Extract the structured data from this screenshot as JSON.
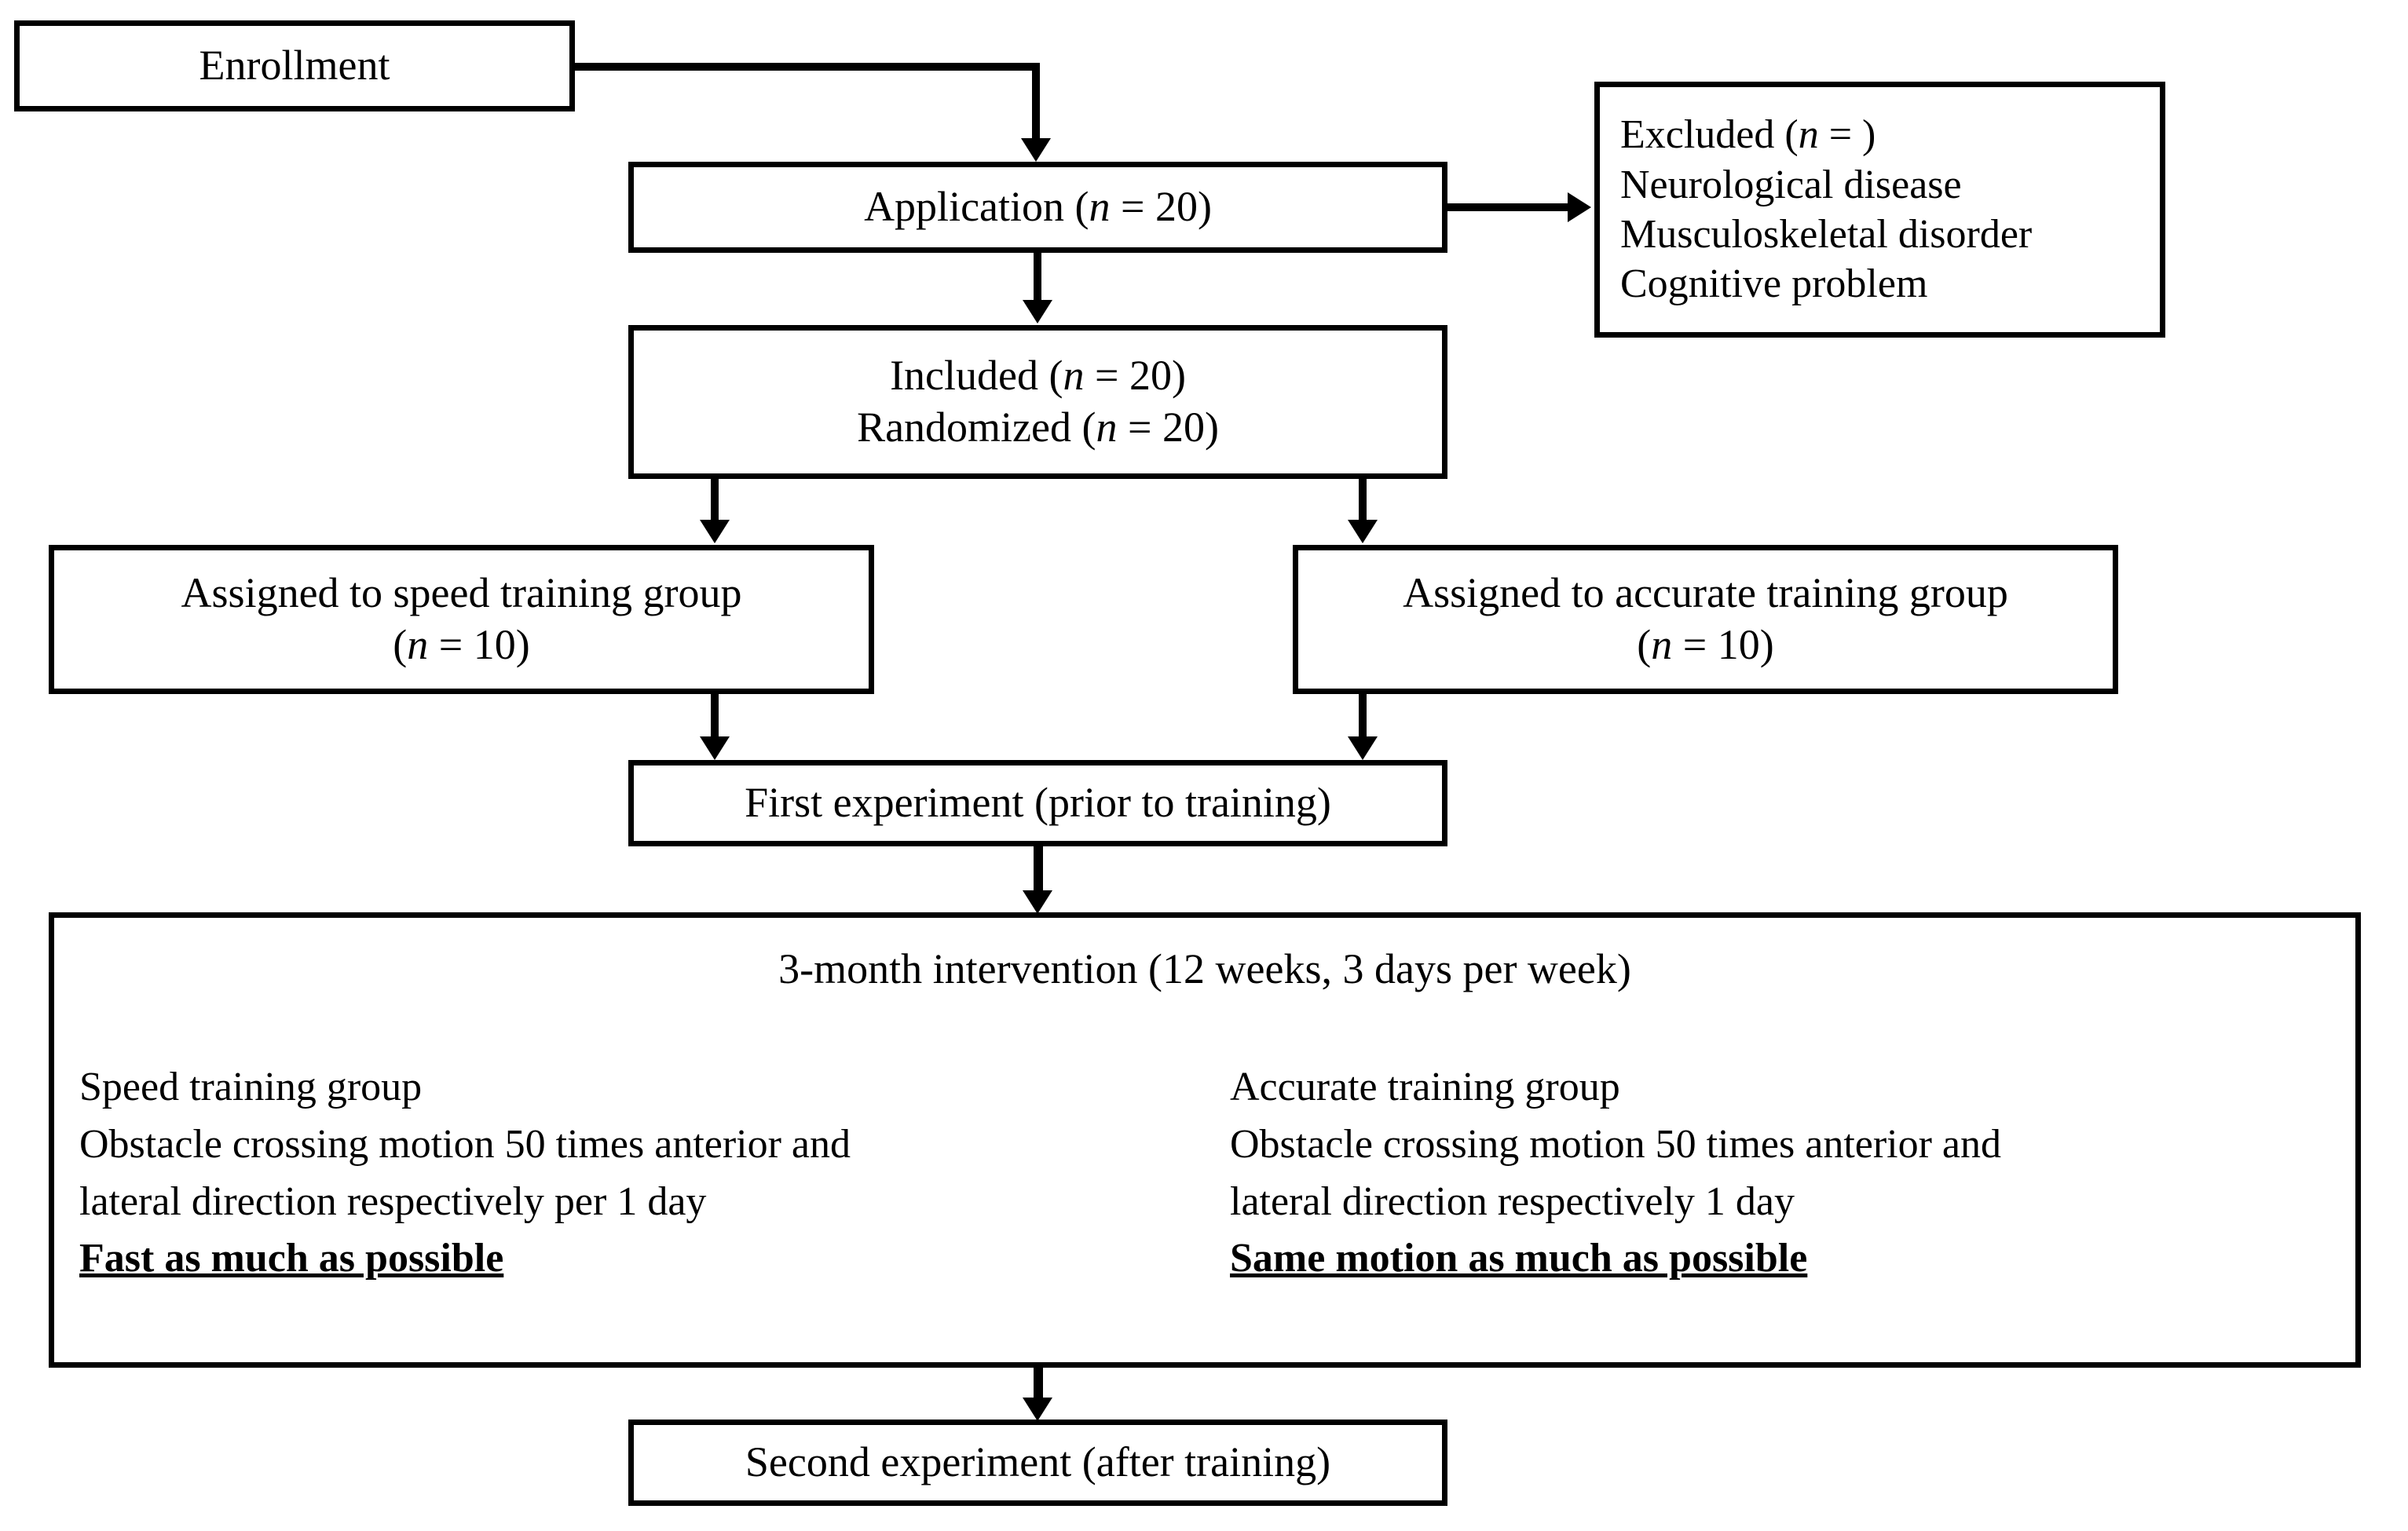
{
  "diagram": {
    "type": "flowchart",
    "title": "Study participant flow diagram",
    "nodes": {
      "enrollment": {
        "label": "Enrollment"
      },
      "application": {
        "label": "Application (",
        "n_symbol": "n",
        "n_eq": " = 20)"
      },
      "excluded": {
        "lines": [
          "Excluded (n =  )",
          "Neurological disease",
          "Musculoskeletal disorder",
          "Cognitive problem"
        ],
        "line1_pre": "Excluded (",
        "line1_n": "n",
        "line1_post": " =  )",
        "line2": "Neurological disease",
        "line3": "Musculoskeletal disorder",
        "line4": "Cognitive problem"
      },
      "included": {
        "line1_pre": "Included (",
        "line1_n": "n",
        "line1_post": " = 20)",
        "line2_pre": "Randomized (",
        "line2_n": "n",
        "line2_post": " = 20)"
      },
      "speed_group": {
        "line1": "Assigned to speed training group",
        "line2_pre": "(",
        "line2_n": "n",
        "line2_post": " = 10)"
      },
      "accurate_group": {
        "line1": "Assigned to accurate training group",
        "line2_pre": "(",
        "line2_n": "n",
        "line2_post": " = 10)"
      },
      "first_experiment": {
        "label": "First experiment (prior to training)"
      },
      "intervention": {
        "title": "3-month intervention (12 weeks, 3 days per week)",
        "left_column": {
          "heading": "Speed training group",
          "line1": "Obstacle crossing motion 50 times anterior and",
          "line2": "lateral direction respectively per 1 day",
          "emphasis": "Fast as much as possible"
        },
        "right_column": {
          "heading": "Accurate training group",
          "line1": "Obstacle crossing motion 50 times anterior and",
          "line2": "lateral direction respectively 1 day",
          "emphasis": "Same motion as much as possible"
        }
      },
      "second_experiment": {
        "label": "Second experiment (after training)"
      }
    },
    "edges": [
      {
        "from": "enrollment",
        "to": "application",
        "style": "elbow-right-down"
      },
      {
        "from": "application",
        "to": "excluded",
        "style": "straight-right"
      },
      {
        "from": "application",
        "to": "included",
        "style": "straight-down"
      },
      {
        "from": "included",
        "to": "speed_group",
        "style": "straight-down"
      },
      {
        "from": "included",
        "to": "accurate_group",
        "style": "straight-down"
      },
      {
        "from": "speed_group",
        "to": "first_experiment",
        "style": "straight-down"
      },
      {
        "from": "accurate_group",
        "to": "first_experiment",
        "style": "straight-down"
      },
      {
        "from": "first_experiment",
        "to": "intervention",
        "style": "straight-down"
      },
      {
        "from": "intervention",
        "to": "second_experiment",
        "style": "straight-down"
      }
    ],
    "colors": {
      "stroke": "#000000",
      "fill": "#ffffff",
      "text": "#000000"
    }
  }
}
